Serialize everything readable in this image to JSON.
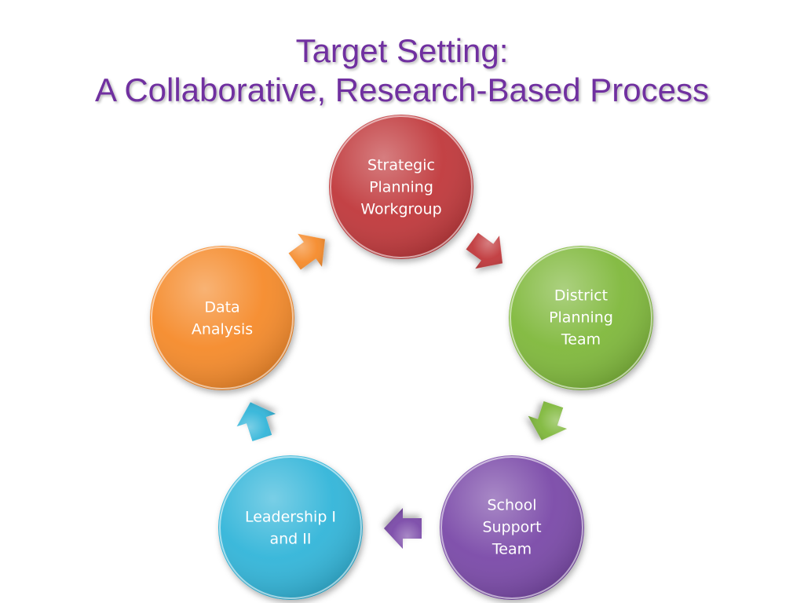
{
  "title": {
    "line1": "Target Setting:",
    "line2": "A Collaborative, Research-Based Process"
  },
  "colors": {
    "title": "#7030a0",
    "red": "#c0393b",
    "green": "#7fb83a",
    "purple": "#7a4aa8",
    "blue": "#31b5d9",
    "orange": "#f58a2a"
  },
  "cycle": {
    "nodes": [
      {
        "id": "strategic",
        "lines": [
          "Strategic",
          "Planning",
          "Workgroup"
        ],
        "color": "red"
      },
      {
        "id": "district",
        "lines": [
          "District",
          "Planning",
          "Team"
        ],
        "color": "green"
      },
      {
        "id": "school",
        "lines": [
          "School",
          "Support",
          "Team"
        ],
        "color": "purple"
      },
      {
        "id": "leadership",
        "lines": [
          "Leadership I",
          "and II"
        ],
        "color": "blue"
      },
      {
        "id": "data",
        "lines": [
          "Data",
          "Analysis"
        ],
        "color": "orange"
      }
    ],
    "arrows": [
      {
        "from": "strategic",
        "to": "district",
        "color": "red"
      },
      {
        "from": "district",
        "to": "school",
        "color": "green"
      },
      {
        "from": "school",
        "to": "leadership",
        "color": "purple"
      },
      {
        "from": "leadership",
        "to": "data",
        "color": "blue"
      },
      {
        "from": "data",
        "to": "strategic",
        "color": "orange"
      }
    ]
  }
}
